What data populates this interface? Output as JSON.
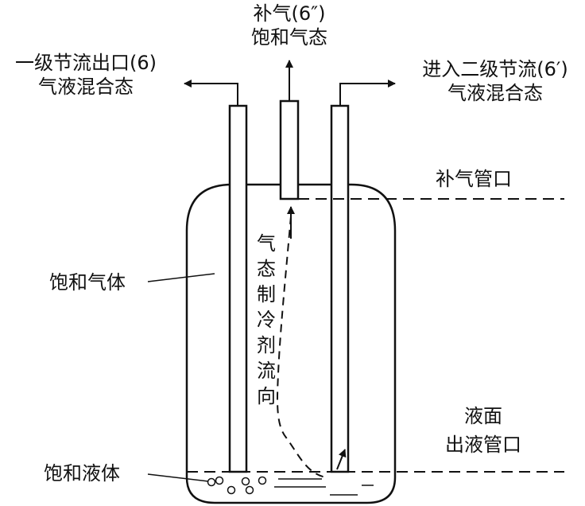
{
  "labels": {
    "top_supply_line1": "补气(6″)",
    "top_supply_line2": "饱和气态",
    "left_outlet_line1": "一级节流出口(6)",
    "left_outlet_line2": "气液混合态",
    "right_outlet_line1": "进入二级节流(6′)",
    "right_outlet_line2": "气液混合态",
    "supply_port": "补气管口",
    "saturated_gas": "饱和气体",
    "saturated_liquid": "饱和液体",
    "liquid_surface": "液面",
    "liquid_outlet_port": "出液管口",
    "flow_direction_chars": [
      "气",
      "态",
      "制",
      "冷",
      "剂",
      "流",
      "向"
    ]
  },
  "colors": {
    "ink": "#111111",
    "background": "#ffffff"
  }
}
